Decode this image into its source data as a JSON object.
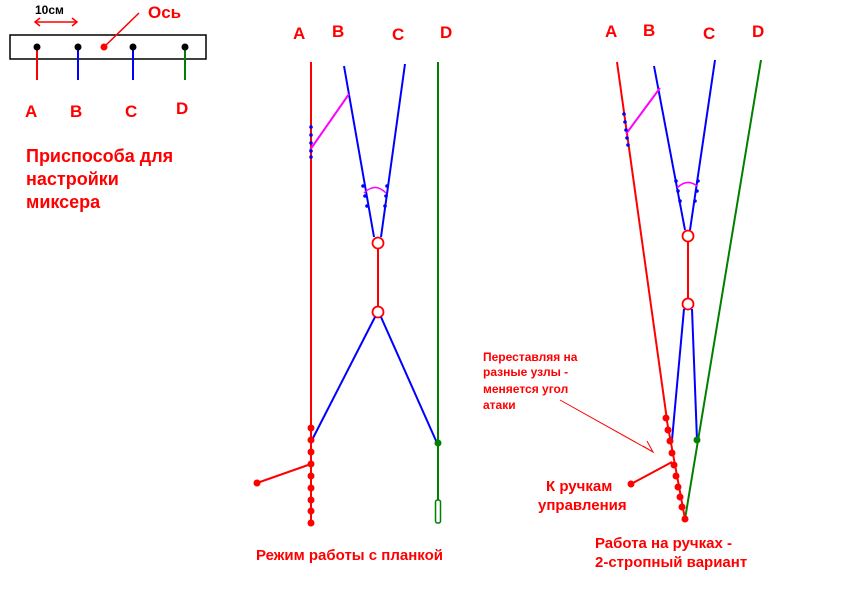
{
  "palette": {
    "red": "#ff0000",
    "blue": "#0000ff",
    "green": "#007f00",
    "magenta": "#ff00ff",
    "black": "#000000"
  },
  "fixture": {
    "scale_label": "10см",
    "axis_label": "Ось",
    "line_labels": [
      "A",
      "B",
      "C",
      "D"
    ],
    "caption_lines": [
      "Приспособа для",
      "настройки",
      "миксера"
    ]
  },
  "diagram_bar": {
    "line_labels": [
      "A",
      "B",
      "C",
      "D"
    ],
    "caption": "Режим работы с планкой"
  },
  "diagram_handles": {
    "line_labels": [
      "A",
      "B",
      "C",
      "D"
    ],
    "note_lines": [
      "Переставляя на",
      "разные узлы -",
      "меняется угол",
      "атаки"
    ],
    "handles_label_lines": [
      "К ручкам",
      "управления"
    ],
    "caption_lines": [
      "Работа на ручках -",
      "2-стропный вариант"
    ]
  }
}
